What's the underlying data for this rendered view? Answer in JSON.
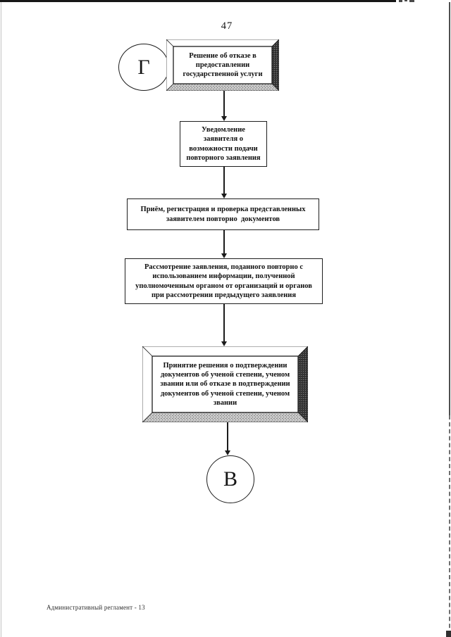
{
  "page": {
    "number": "47",
    "footer_note": "Административный регламент - 13"
  },
  "flowchart": {
    "start_connector": {
      "label": "Г"
    },
    "end_connector": {
      "label": "В"
    },
    "nodes": [
      {
        "id": "refusal-decision",
        "frame": "3d",
        "text": "Решение об отказе в\nпредоставлении\nгосударственной услуги"
      },
      {
        "id": "repeat-notification",
        "frame": "plain",
        "text": "Уведомление\nзаявителя о\nвозможности подачи\nповторного заявления"
      },
      {
        "id": "repeat-reception",
        "frame": "plain",
        "text": "Приём, регистрация и проверка представленных\nзаявителем повторно  документов"
      },
      {
        "id": "repeat-review",
        "frame": "plain",
        "text": "Рассмотрение заявления, поданного повторно с\nиспользованием информации, полученной\nуполномоченным органом от организаций и органов\nпри рассмотрении предыдущего заявления"
      },
      {
        "id": "final-decision",
        "frame": "3d",
        "text": "Принятие решения о подтверждении\nдокументов об ученой степени, ученом\nзвании или об отказе в подтверждении\nдокументов об ученой степени, ученом\nзвании"
      }
    ]
  },
  "colors": {
    "ink": "#161616",
    "paper": "#ffffff",
    "frame_dark_texture": "#3c3c3c",
    "frame_gray_texture": "#c9c9c9"
  }
}
